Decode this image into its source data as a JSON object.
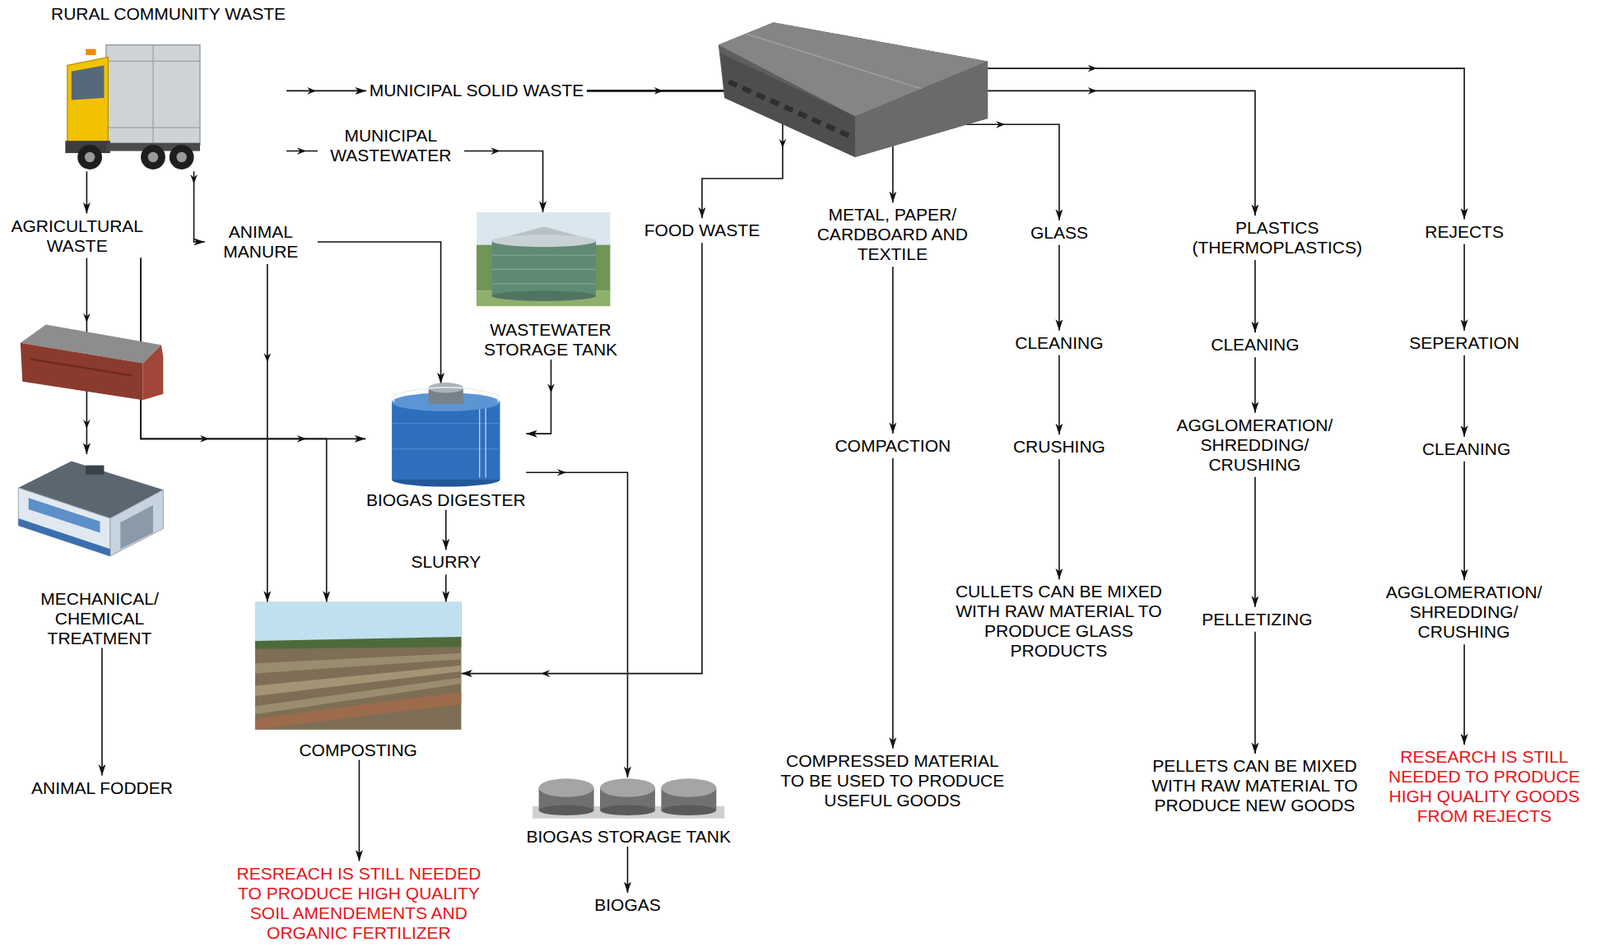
{
  "diagram": {
    "nodes": [
      {
        "text": [
          "RURAL COMMUNITY WASTE"
        ]
      },
      {
        "text": [
          "MUNICIPAL SOLID WASTE"
        ]
      },
      {
        "text": [
          "AGRICULTURAL WASTE"
        ]
      },
      {
        "text": [
          "ANIMAL MANURE"
        ]
      },
      {
        "text": [
          "WASTEWATER STORAGE TANK"
        ]
      },
      {
        "text": [
          "FOOD WASTE"
        ]
      },
      {
        "text": [
          "METAL, PAPER/ CARDBOARD AND TEXTILE"
        ]
      },
      {
        "text": [
          "GLASS"
        ]
      },
      {
        "text": [
          "PLASTICS (THERMOPLASTICS)"
        ]
      },
      {
        "text": [
          "REJECTS"
        ]
      },
      {
        "text": [
          "CLEANING"
        ]
      },
      {
        "text": [
          "CLEANING"
        ]
      },
      {
        "text": [
          "SEPERATION"
        ]
      },
      {
        "text": [
          "MECHANICAL/ CHEMICAL TREATMENT"
        ]
      },
      {
        "text": [
          "BIOGAS DIGESTER"
        ]
      },
      {
        "text": [
          "COMPACTION"
        ]
      },
      {
        "text": [
          "CRUSHING"
        ]
      },
      {
        "text": [
          "AGGLOMERATION/ SHREDDING/ CRUSHING"
        ]
      },
      {
        "text": [
          "CLEANING"
        ]
      },
      {
        "text": [
          "SLURRY"
        ]
      },
      {
        "text": [
          "CULLETS CAN BE MIXED WITH RAW MATERIAL TO PRODUCE GLASS PRODUCTS"
        ]
      },
      {
        "text": [
          "PELLETIZING"
        ]
      },
      {
        "text": [
          "AGGLOMERATION/ SHREDDING/ CRUSHING"
        ]
      },
      {
        "text": [
          "COMPOSTING"
        ]
      },
      {
        "text": [
          "COMPRESSED MATERIAL TO BE USED TO PRODUCE USEFUL GOODS"
        ]
      },
      {
        "text": [
          "PELLETS CAN BE MIXED WITH RAW MATERIAL TO PRODUCE NEW GOODS"
        ]
      },
      {
        "text": [
          "RESEARCH IS STILL NEEDED TO PRODUCE HIGH QUALITY GOODS FROM REJECTS"
        ]
      },
      {
        "text": [
          "ANIMAL FODDER"
        ]
      },
      {
        "text": [
          "BIOGAS STORAGE TANK"
        ]
      },
      {
        "text": [
          "RESREACH IS STILL NEEDED TO PRODUCE HIGH QUALITY SOIL AMENDEMENTS AND ORGANIC FERTILIZER"
        ]
      },
      {
        "text": [
          "BIOGAS"
        ]
      }
    ],
    "edges": [
      {
        "from": 0,
        "to": 1,
        "arrow": "to"
      },
      {
        "from": 0,
        "to": 4,
        "label": "MUNICIPAL WASTEWATER",
        "arrow": "to"
      },
      {
        "from": 0,
        "to": 2,
        "arrow": "to"
      },
      {
        "from": 0,
        "to": 3,
        "arrow": "to"
      },
      {
        "from": 1,
        "to": 5,
        "arrow": "to"
      },
      {
        "from": 1,
        "to": 6,
        "arrow": "to"
      },
      {
        "from": 1,
        "to": 7,
        "arrow": "to"
      },
      {
        "from": 1,
        "to": 8,
        "arrow": "to"
      },
      {
        "from": 1,
        "to": 9,
        "arrow": "to"
      },
      {
        "from": 2,
        "to": 13,
        "arrow": "to"
      },
      {
        "from": 2,
        "to": 14,
        "arrow": "to"
      },
      {
        "from": 2,
        "to": 23,
        "arrow": "to"
      },
      {
        "from": 3,
        "to": 14,
        "arrow": "to"
      },
      {
        "from": 3,
        "to": 23,
        "arrow": "to"
      },
      {
        "from": 4,
        "to": 14,
        "arrow": "to"
      },
      {
        "from": 5,
        "to": 23,
        "arrow": "to"
      },
      {
        "from": 14,
        "to": 19,
        "arrow": "to"
      },
      {
        "from": 19,
        "to": 23,
        "arrow": "to"
      },
      {
        "from": 14,
        "to": 28,
        "arrow": "to"
      },
      {
        "from": 13,
        "to": 27,
        "arrow": "to"
      },
      {
        "from": 23,
        "to": 29,
        "arrow": "to"
      },
      {
        "from": 28,
        "to": 30,
        "arrow": "to"
      },
      {
        "from": 6,
        "to": 15,
        "arrow": "to"
      },
      {
        "from": 15,
        "to": 24,
        "arrow": "to"
      },
      {
        "from": 7,
        "to": 10,
        "arrow": "to"
      },
      {
        "from": 10,
        "to": 16,
        "arrow": "to"
      },
      {
        "from": 16,
        "to": 20,
        "arrow": "to"
      },
      {
        "from": 8,
        "to": 11,
        "arrow": "to"
      },
      {
        "from": 11,
        "to": 17,
        "arrow": "to"
      },
      {
        "from": 17,
        "to": 21,
        "arrow": "to"
      },
      {
        "from": 21,
        "to": 25,
        "arrow": "to"
      },
      {
        "from": 9,
        "to": 12,
        "arrow": "to"
      },
      {
        "from": 12,
        "to": 18,
        "arrow": "to"
      },
      {
        "from": 18,
        "to": 22,
        "arrow": "to"
      },
      {
        "from": 22,
        "to": 26,
        "arrow": "to"
      }
    ]
  }
}
